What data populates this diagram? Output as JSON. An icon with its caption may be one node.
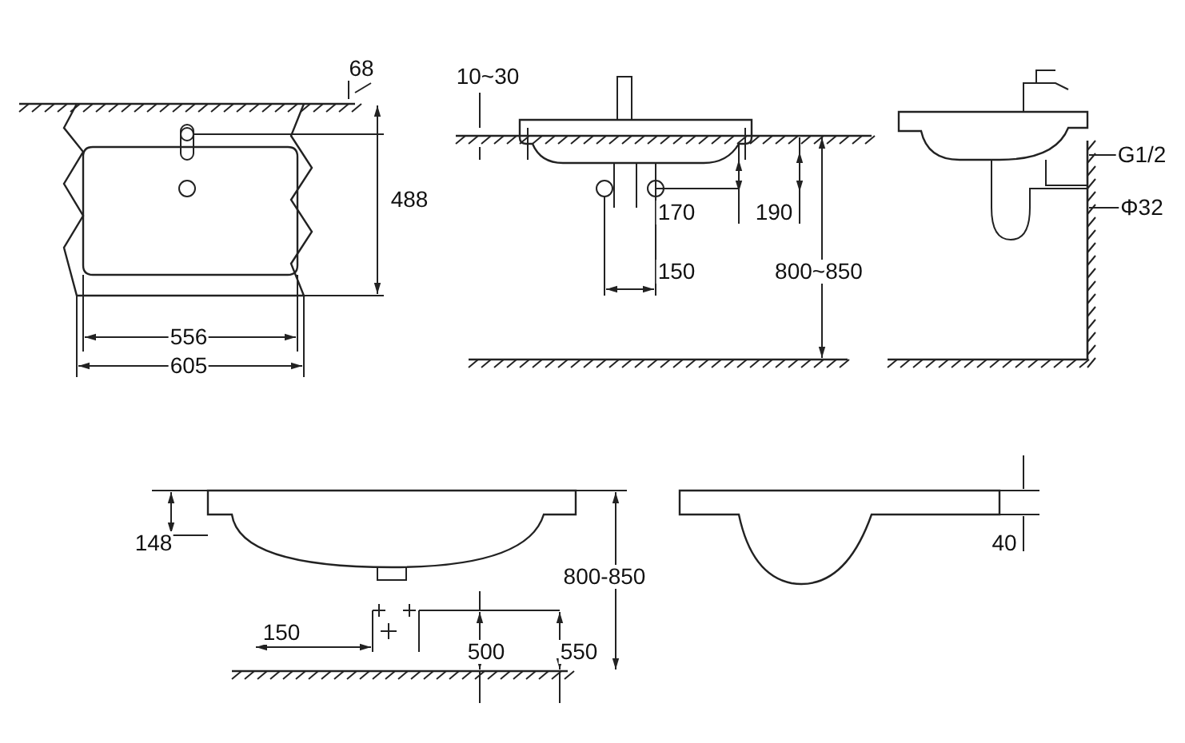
{
  "diagram": {
    "labels": [
      "68",
      "10~30",
      "G1/2",
      "488",
      "170",
      "190",
      "Φ32",
      "150",
      "800~850",
      "556",
      "605",
      "148",
      "40",
      "800-850",
      "150",
      "500",
      "550"
    ]
  }
}
